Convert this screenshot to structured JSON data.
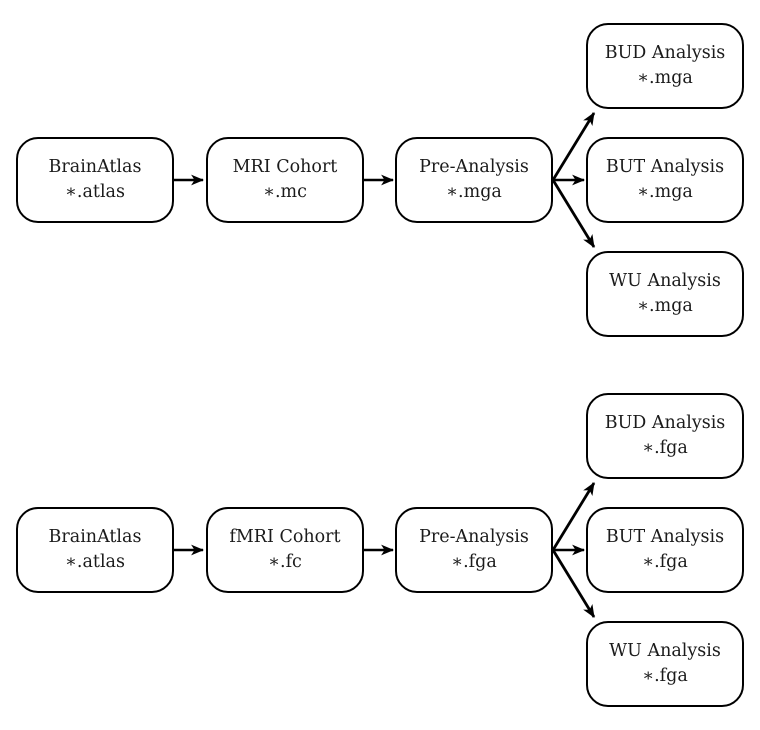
{
  "diagram": {
    "colors": {
      "background": "#ffffff",
      "stroke": "#000000",
      "text": "#1b1b1b"
    },
    "flows": [
      {
        "id": "mri-pipeline",
        "nodes": [
          {
            "id": "brainatlas",
            "title": "BrainAtlas",
            "subtitle": "∗.atlas"
          },
          {
            "id": "mri-cohort",
            "title": "MRI Cohort",
            "subtitle": "∗.mc"
          },
          {
            "id": "pre-analysis",
            "title": "Pre-Analysis",
            "subtitle": "∗.mga"
          },
          {
            "id": "bud-analysis",
            "title": "BUD Analysis",
            "subtitle": "∗.mga"
          },
          {
            "id": "but-analysis",
            "title": "BUT Analysis",
            "subtitle": "∗.mga"
          },
          {
            "id": "wu-analysis",
            "title": "WU Analysis",
            "subtitle": "∗.mga"
          }
        ],
        "edges": [
          {
            "from": "brainatlas",
            "to": "mri-cohort"
          },
          {
            "from": "mri-cohort",
            "to": "pre-analysis"
          },
          {
            "from": "pre-analysis",
            "to": "bud-analysis"
          },
          {
            "from": "pre-analysis",
            "to": "but-analysis"
          },
          {
            "from": "pre-analysis",
            "to": "wu-analysis"
          }
        ]
      },
      {
        "id": "fmri-pipeline",
        "nodes": [
          {
            "id": "brainatlas",
            "title": "BrainAtlas",
            "subtitle": "∗.atlas"
          },
          {
            "id": "fmri-cohort",
            "title": "fMRI Cohort",
            "subtitle": "∗.fc"
          },
          {
            "id": "pre-analysis",
            "title": "Pre-Analysis",
            "subtitle": "∗.fga"
          },
          {
            "id": "bud-analysis",
            "title": "BUD Analysis",
            "subtitle": "∗.fga"
          },
          {
            "id": "but-analysis",
            "title": "BUT Analysis",
            "subtitle": "∗.fga"
          },
          {
            "id": "wu-analysis",
            "title": "WU Analysis",
            "subtitle": "∗.fga"
          }
        ],
        "edges": [
          {
            "from": "brainatlas",
            "to": "fmri-cohort"
          },
          {
            "from": "fmri-cohort",
            "to": "pre-analysis"
          },
          {
            "from": "pre-analysis",
            "to": "bud-analysis"
          },
          {
            "from": "pre-analysis",
            "to": "but-analysis"
          },
          {
            "from": "pre-analysis",
            "to": "wu-analysis"
          }
        ]
      }
    ]
  }
}
